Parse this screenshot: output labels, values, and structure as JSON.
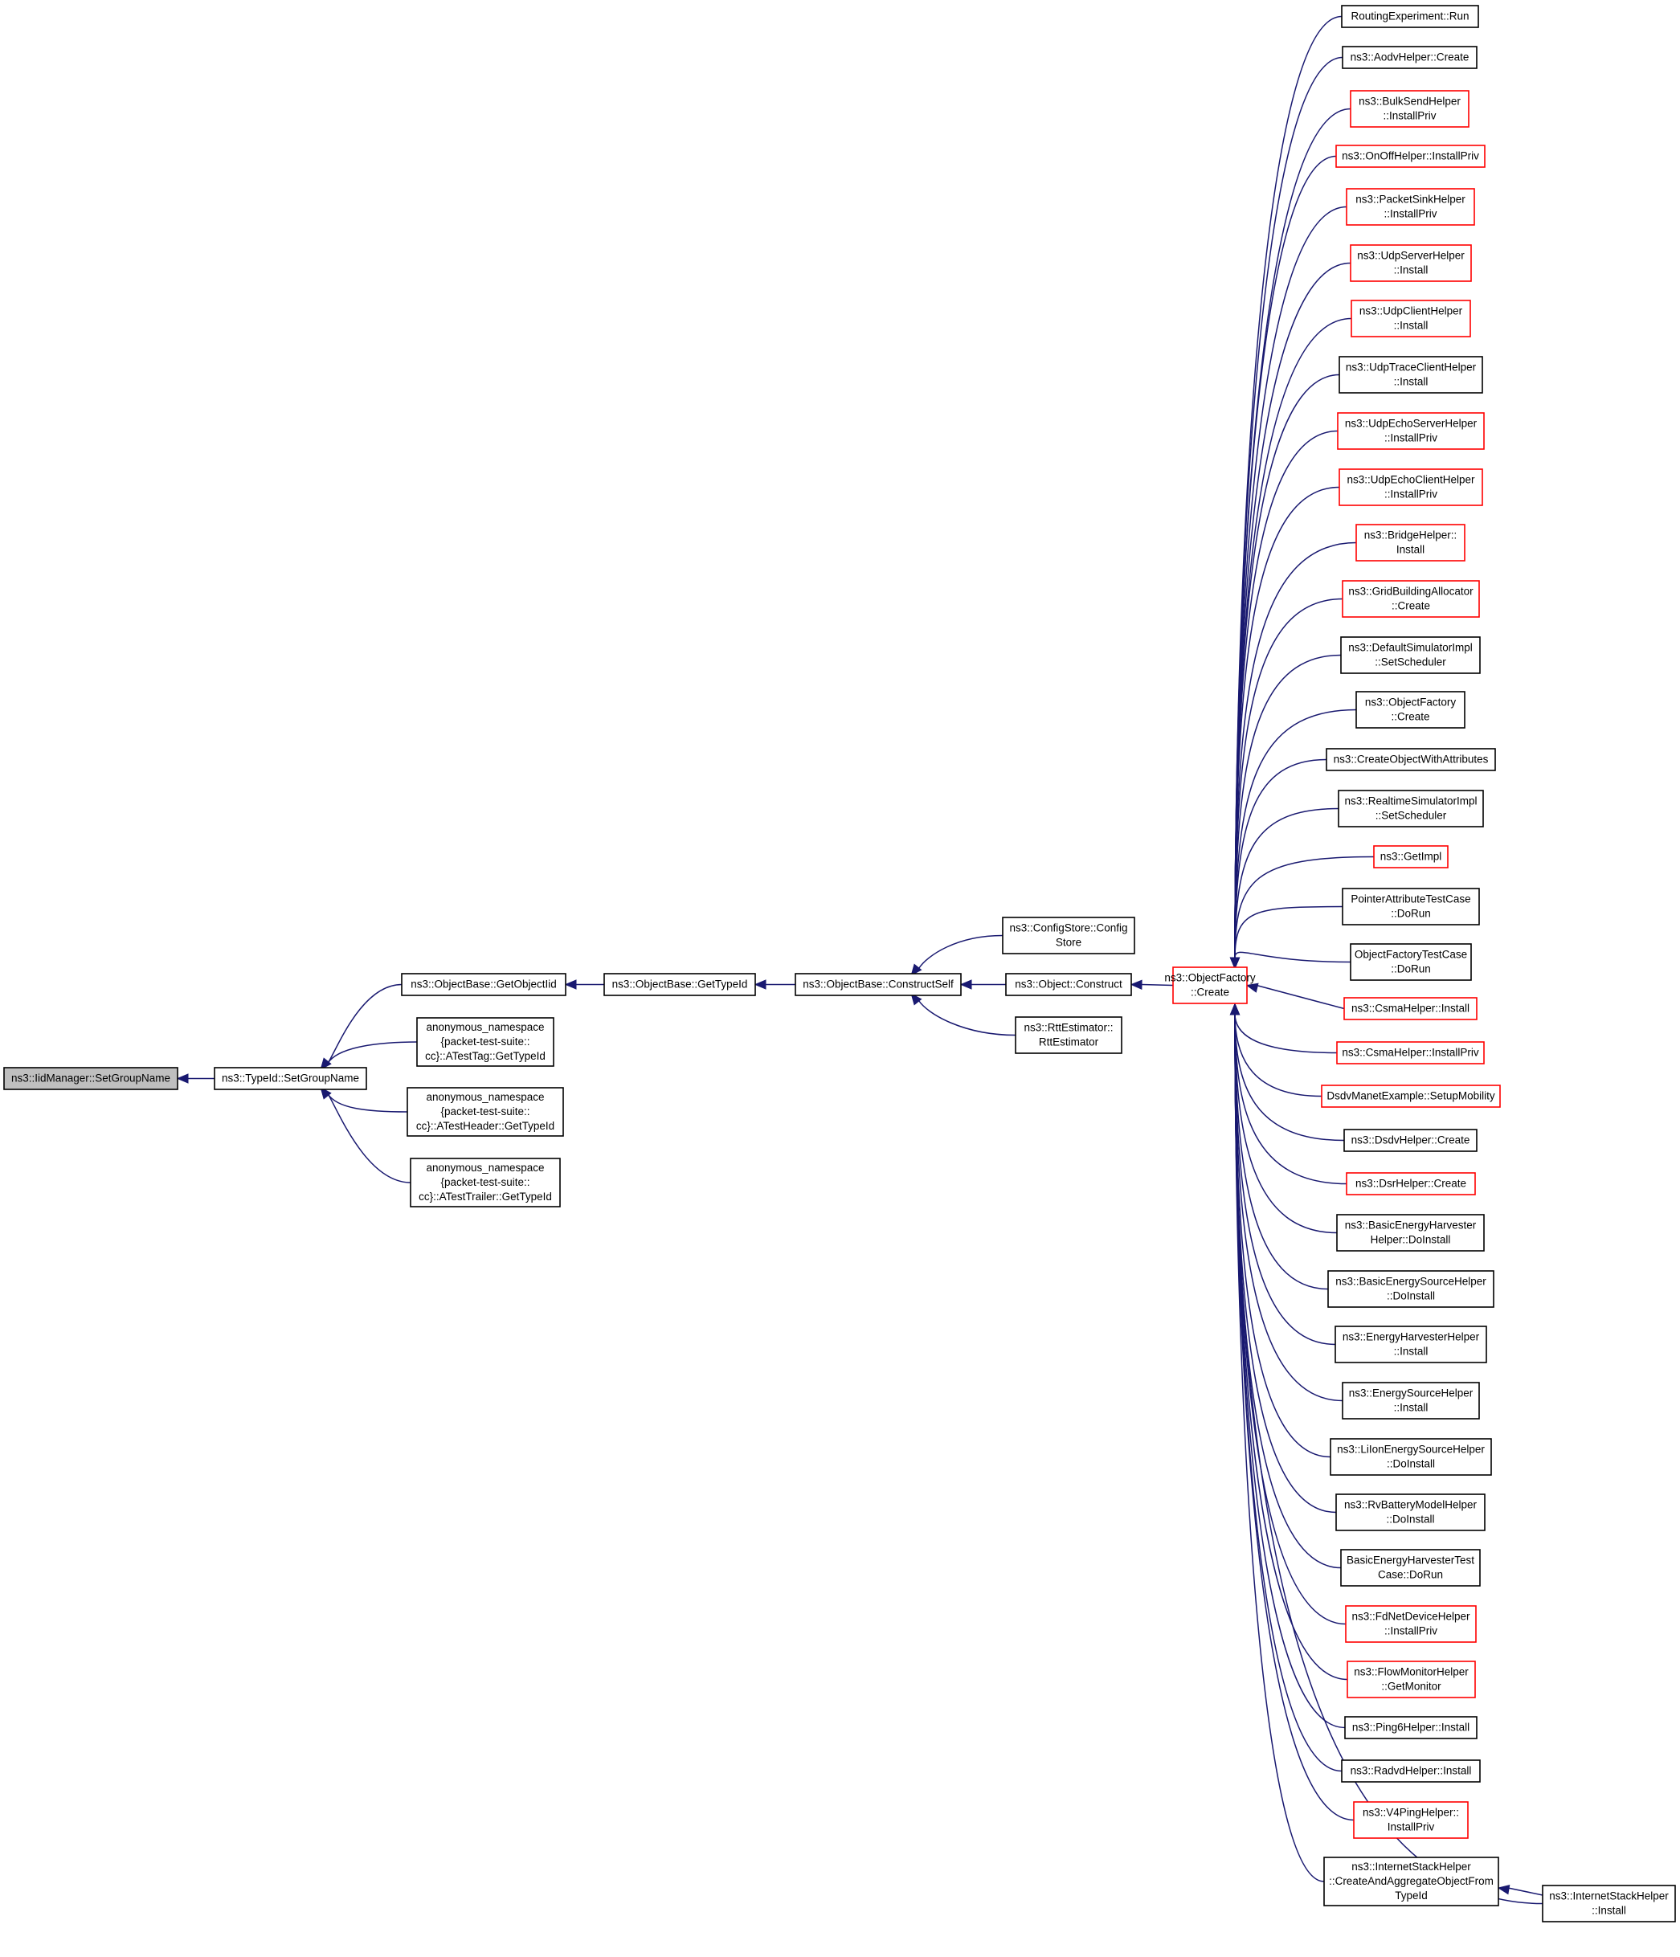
{
  "colors": {
    "edge": "#191970",
    "box_black": "#000000",
    "box_red": "#ff0000",
    "focus_fill": "#bfbfbf",
    "node_fill": "#ffffff"
  },
  "nodes": [
    {
      "id": "n0",
      "style": "focus",
      "lines": [
        "ns3::IidManager::SetGroupName"
      ]
    },
    {
      "id": "n1",
      "style": "black",
      "lines": [
        "ns3::TypeId::SetGroupName"
      ]
    },
    {
      "id": "n2",
      "style": "black",
      "lines": [
        "ns3::ObjectBase::GetObjectIid"
      ]
    },
    {
      "id": "n3",
      "style": "black",
      "lines": [
        "anonymous_namespace",
        "{packet-test-suite::",
        "cc}::ATestTag::GetTypeId"
      ]
    },
    {
      "id": "n4",
      "style": "black",
      "lines": [
        "anonymous_namespace",
        "{packet-test-suite::",
        "cc}::ATestHeader::GetTypeId"
      ]
    },
    {
      "id": "n5",
      "style": "black",
      "lines": [
        "anonymous_namespace",
        "{packet-test-suite::",
        "cc}::ATestTrailer::GetTypeId"
      ]
    },
    {
      "id": "n6",
      "style": "black",
      "lines": [
        "ns3::ObjectBase::GetTypeId"
      ]
    },
    {
      "id": "n7",
      "style": "black",
      "lines": [
        "ns3::ObjectBase::ConstructSelf"
      ]
    },
    {
      "id": "n8",
      "style": "black",
      "lines": [
        "ns3::ConfigStore::Config",
        "Store"
      ]
    },
    {
      "id": "n9",
      "style": "black",
      "lines": [
        "ns3::Object::Construct"
      ]
    },
    {
      "id": "n10",
      "style": "black",
      "lines": [
        "ns3::RttEstimator::",
        "RttEstimator"
      ]
    },
    {
      "id": "n11",
      "style": "red",
      "lines": [
        "ns3::ObjectFactory",
        "::Create"
      ]
    },
    {
      "id": "r0",
      "style": "black",
      "lines": [
        "RoutingExperiment::Run"
      ]
    },
    {
      "id": "r1",
      "style": "black",
      "lines": [
        "ns3::AodvHelper::Create"
      ]
    },
    {
      "id": "r2",
      "style": "red",
      "lines": [
        "ns3::BulkSendHelper",
        "::InstallPriv"
      ]
    },
    {
      "id": "r3",
      "style": "red",
      "lines": [
        "ns3::OnOffHelper::InstallPriv"
      ]
    },
    {
      "id": "r4",
      "style": "red",
      "lines": [
        "ns3::PacketSinkHelper",
        "::InstallPriv"
      ]
    },
    {
      "id": "r5",
      "style": "red",
      "lines": [
        "ns3::UdpServerHelper",
        "::Install"
      ]
    },
    {
      "id": "r6",
      "style": "red",
      "lines": [
        "ns3::UdpClientHelper",
        "::Install"
      ]
    },
    {
      "id": "r7",
      "style": "black",
      "lines": [
        "ns3::UdpTraceClientHelper",
        "::Install"
      ]
    },
    {
      "id": "r8",
      "style": "red",
      "lines": [
        "ns3::UdpEchoServerHelper",
        "::InstallPriv"
      ]
    },
    {
      "id": "r9",
      "style": "red",
      "lines": [
        "ns3::UdpEchoClientHelper",
        "::InstallPriv"
      ]
    },
    {
      "id": "r10",
      "style": "red",
      "lines": [
        "ns3::BridgeHelper::",
        "Install"
      ]
    },
    {
      "id": "r11",
      "style": "red",
      "lines": [
        "ns3::GridBuildingAllocator",
        "::Create"
      ]
    },
    {
      "id": "r12",
      "style": "black",
      "lines": [
        "ns3::DefaultSimulatorImpl",
        "::SetScheduler"
      ]
    },
    {
      "id": "r13",
      "style": "black",
      "lines": [
        "ns3::ObjectFactory",
        "::Create"
      ]
    },
    {
      "id": "r14",
      "style": "black",
      "lines": [
        "ns3::CreateObjectWithAttributes"
      ]
    },
    {
      "id": "r15",
      "style": "black",
      "lines": [
        "ns3::RealtimeSimulatorImpl",
        "::SetScheduler"
      ]
    },
    {
      "id": "r16",
      "style": "red",
      "lines": [
        "ns3::GetImpl"
      ]
    },
    {
      "id": "r17",
      "style": "black",
      "lines": [
        "PointerAttributeTestCase",
        "::DoRun"
      ]
    },
    {
      "id": "r18",
      "style": "black",
      "lines": [
        "ObjectFactoryTestCase",
        "::DoRun"
      ]
    },
    {
      "id": "r19",
      "style": "red",
      "lines": [
        "ns3::CsmaHelper::Install"
      ]
    },
    {
      "id": "r20",
      "style": "red",
      "lines": [
        "ns3::CsmaHelper::InstallPriv"
      ]
    },
    {
      "id": "r21",
      "style": "red",
      "lines": [
        "DsdvManetExample::SetupMobility"
      ]
    },
    {
      "id": "r22",
      "style": "black",
      "lines": [
        "ns3::DsdvHelper::Create"
      ]
    },
    {
      "id": "r23",
      "style": "red",
      "lines": [
        "ns3::DsrHelper::Create"
      ]
    },
    {
      "id": "r24",
      "style": "black",
      "lines": [
        "ns3::BasicEnergyHarvester",
        "Helper::DoInstall"
      ]
    },
    {
      "id": "r25",
      "style": "black",
      "lines": [
        "ns3::BasicEnergySourceHelper",
        "::DoInstall"
      ]
    },
    {
      "id": "r26",
      "style": "black",
      "lines": [
        "ns3::EnergyHarvesterHelper",
        "::Install"
      ]
    },
    {
      "id": "r27",
      "style": "black",
      "lines": [
        "ns3::EnergySourceHelper",
        "::Install"
      ]
    },
    {
      "id": "r28",
      "style": "black",
      "lines": [
        "ns3::LiIonEnergySourceHelper",
        "::DoInstall"
      ]
    },
    {
      "id": "r29",
      "style": "black",
      "lines": [
        "ns3::RvBatteryModelHelper",
        "::DoInstall"
      ]
    },
    {
      "id": "r30",
      "style": "black",
      "lines": [
        "BasicEnergyHarvesterTest",
        "Case::DoRun"
      ]
    },
    {
      "id": "r31",
      "style": "red",
      "lines": [
        "ns3::FdNetDeviceHelper",
        "::InstallPriv"
      ]
    },
    {
      "id": "r32",
      "style": "red",
      "lines": [
        "ns3::FlowMonitorHelper",
        "::GetMonitor"
      ]
    },
    {
      "id": "r33",
      "style": "black",
      "lines": [
        "ns3::Ping6Helper::Install"
      ]
    },
    {
      "id": "r34",
      "style": "black",
      "lines": [
        "ns3::RadvdHelper::Install"
      ]
    },
    {
      "id": "r35",
      "style": "red",
      "lines": [
        "ns3::V4PingHelper::",
        "InstallPriv"
      ]
    },
    {
      "id": "r36",
      "style": "black",
      "lines": [
        "ns3::InternetStackHelper",
        "::CreateAndAggregateObjectFrom",
        "TypeId"
      ]
    },
    {
      "id": "r37",
      "style": "black",
      "lines": [
        "ns3::InternetStackHelper",
        "::Install"
      ]
    }
  ],
  "edges": [
    {
      "from": "n1",
      "to": "n0"
    },
    {
      "from": "n2",
      "to": "n1"
    },
    {
      "from": "n3",
      "to": "n1"
    },
    {
      "from": "n4",
      "to": "n1"
    },
    {
      "from": "n5",
      "to": "n1"
    },
    {
      "from": "n6",
      "to": "n2"
    },
    {
      "from": "n7",
      "to": "n6"
    },
    {
      "from": "n8",
      "to": "n7"
    },
    {
      "from": "n9",
      "to": "n7"
    },
    {
      "from": "n10",
      "to": "n7"
    },
    {
      "from": "n11",
      "to": "n9"
    },
    {
      "from": "r0",
      "to": "n11"
    },
    {
      "from": "r1",
      "to": "n11"
    },
    {
      "from": "r2",
      "to": "n11"
    },
    {
      "from": "r3",
      "to": "n11"
    },
    {
      "from": "r4",
      "to": "n11"
    },
    {
      "from": "r5",
      "to": "n11"
    },
    {
      "from": "r6",
      "to": "n11"
    },
    {
      "from": "r7",
      "to": "n11"
    },
    {
      "from": "r8",
      "to": "n11"
    },
    {
      "from": "r9",
      "to": "n11"
    },
    {
      "from": "r10",
      "to": "n11"
    },
    {
      "from": "r11",
      "to": "n11"
    },
    {
      "from": "r12",
      "to": "n11"
    },
    {
      "from": "r13",
      "to": "n11"
    },
    {
      "from": "r14",
      "to": "n11"
    },
    {
      "from": "r15",
      "to": "n11"
    },
    {
      "from": "r16",
      "to": "n11"
    },
    {
      "from": "r17",
      "to": "n11"
    },
    {
      "from": "r18",
      "to": "n11"
    },
    {
      "from": "r19",
      "to": "n11"
    },
    {
      "from": "r20",
      "to": "n11"
    },
    {
      "from": "r21",
      "to": "n11"
    },
    {
      "from": "r22",
      "to": "n11"
    },
    {
      "from": "r23",
      "to": "n11"
    },
    {
      "from": "r24",
      "to": "n11"
    },
    {
      "from": "r25",
      "to": "n11"
    },
    {
      "from": "r26",
      "to": "n11"
    },
    {
      "from": "r27",
      "to": "n11"
    },
    {
      "from": "r28",
      "to": "n11"
    },
    {
      "from": "r29",
      "to": "n11"
    },
    {
      "from": "r30",
      "to": "n11"
    },
    {
      "from": "r31",
      "to": "n11"
    },
    {
      "from": "r32",
      "to": "n11"
    },
    {
      "from": "r33",
      "to": "n11"
    },
    {
      "from": "r34",
      "to": "n11"
    },
    {
      "from": "r35",
      "to": "n11"
    },
    {
      "from": "r36",
      "to": "n11"
    },
    {
      "from": "r37",
      "to": "n11"
    },
    {
      "from": "r37",
      "to": "r36"
    }
  ]
}
